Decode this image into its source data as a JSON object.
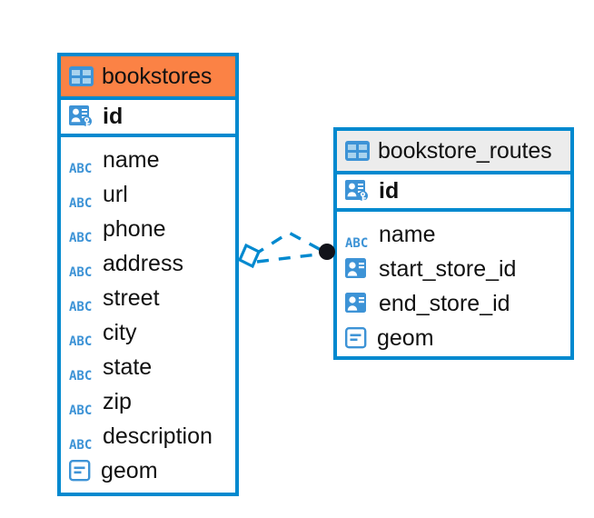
{
  "diagram": {
    "title": "database-entity-relationship-diagram",
    "background": "#ffffff",
    "accent_blue": "#0089CF",
    "accent_orange": "#FB8245",
    "header_grey": "#ECECEC",
    "icon_blue": "#3D93D6",
    "endpoint_dark": "#12131A"
  },
  "entities": [
    {
      "name": "bookstores",
      "header_style": "accent-orange",
      "table_icon": "table-icon",
      "primary_key": {
        "label": "id",
        "icon": "primary-key-icon"
      },
      "fields": [
        {
          "label": "name",
          "icon": "text-abc-icon"
        },
        {
          "label": "url",
          "icon": "text-abc-icon"
        },
        {
          "label": "phone",
          "icon": "text-abc-icon"
        },
        {
          "label": "address",
          "icon": "text-abc-icon"
        },
        {
          "label": "street",
          "icon": "text-abc-icon"
        },
        {
          "label": "city",
          "icon": "text-abc-icon"
        },
        {
          "label": "state",
          "icon": "text-abc-icon"
        },
        {
          "label": "zip",
          "icon": "text-abc-icon"
        },
        {
          "label": "description",
          "icon": "text-abc-icon"
        },
        {
          "label": "geom",
          "icon": "geometry-icon"
        }
      ]
    },
    {
      "name": "bookstore_routes",
      "header_style": "accent-grey",
      "table_icon": "table-icon",
      "primary_key": {
        "label": "id",
        "icon": "primary-key-icon"
      },
      "fields": [
        {
          "label": "name",
          "icon": "text-abc-icon"
        },
        {
          "label": "start_store_id",
          "icon": "foreign-key-icon"
        },
        {
          "label": "end_store_id",
          "icon": "foreign-key-icon"
        },
        {
          "label": "geom",
          "icon": "geometry-icon"
        }
      ]
    }
  ],
  "relationship": {
    "name": "bookstores-to-bookstore-routes",
    "line_style": "dashed",
    "line_color": "#0089CF",
    "source_marker": "diamond-outline-marker",
    "target_marker": "filled-circle-marker"
  }
}
